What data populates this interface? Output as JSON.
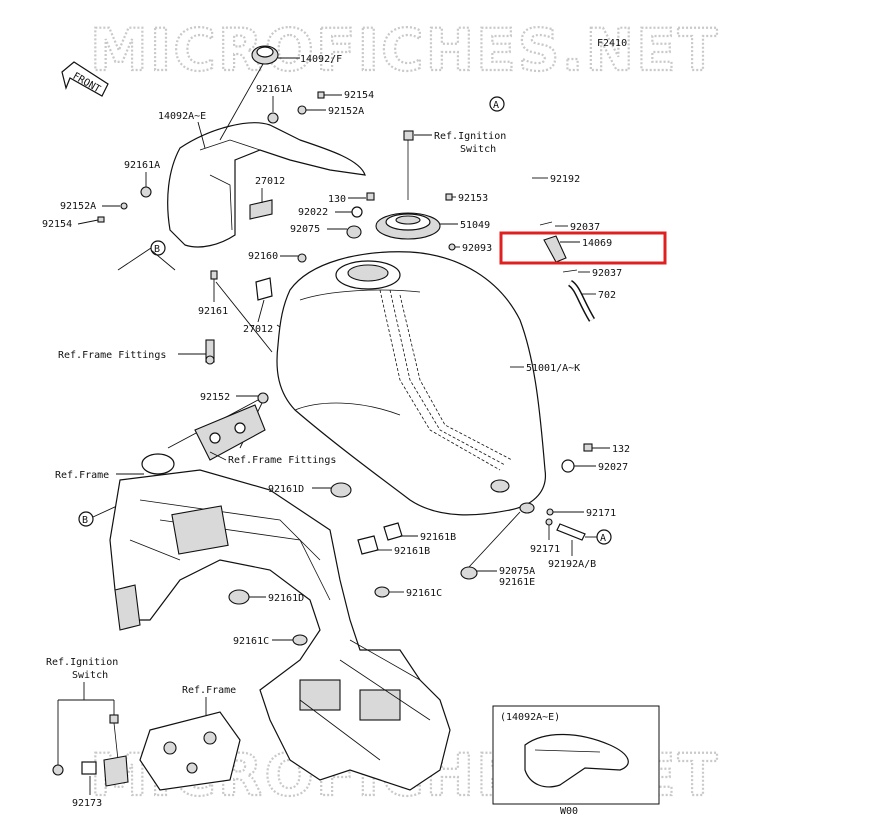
{
  "diagram": {
    "watermark": "MICROFICHES.NET",
    "figure_code": "F2410",
    "front_label": "FRONT",
    "inset_label": "(14092A~E)",
    "inset_code": "W00",
    "highlight_color": "#e02020",
    "labels": {
      "p14092F": "14092/F",
      "p92161A_top": "92161A",
      "p92154_top": "92154",
      "p92152A_top": "92152A",
      "p14092AE": "14092A~E",
      "p92161A_left": "92161A",
      "p92152A_left": "92152A",
      "p92154_left": "92154",
      "p27012_top": "27012",
      "p130": "130",
      "p92022": "92022",
      "p92075": "92075",
      "p92160": "92160",
      "p92161": "92161",
      "p27012_mid": "27012",
      "ref_ignition_top_1": "Ref.Ignition",
      "ref_ignition_top_2": "Switch",
      "p92153": "92153",
      "p51049": "51049",
      "p92093": "92093",
      "p92192": "92192",
      "p92037_a": "92037",
      "p14069": "14069",
      "p92037_b": "92037",
      "p702": "702",
      "ref_frame_fittings_1": "Ref.Frame Fittings",
      "p51001": "51001/A~K",
      "p92152": "92152",
      "ref_frame_fittings_2": "Ref.Frame Fittings",
      "ref_frame_left": "Ref.Frame",
      "p132": "132",
      "p92027": "92027",
      "p92161D_a": "92161D",
      "p92171_a": "92171",
      "p92161B_a": "92161B",
      "p92161B_b": "92161B",
      "p92171_b": "92171",
      "p92192AB": "92192A/B",
      "p92075A": "92075A",
      "p92161E": "92161E",
      "p92161C_a": "92161C",
      "p92161D_b": "92161D",
      "p92161C_b": "92161C",
      "ref_ignition_bot_1": "Ref.Ignition",
      "ref_ignition_bot_2": "Switch",
      "ref_frame_bottom": "Ref.Frame",
      "p92173": "92173"
    },
    "callouts": {
      "A": "A",
      "B": "B"
    }
  }
}
